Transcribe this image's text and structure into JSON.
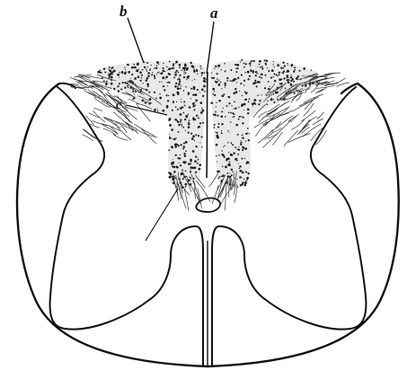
{
  "figure": {
    "labels": {
      "a": "a",
      "b": "b",
      "c": "c"
    },
    "colors": {
      "ink": "#111111",
      "paper": "#ffffff",
      "stipple": "#1a1a1a"
    }
  }
}
